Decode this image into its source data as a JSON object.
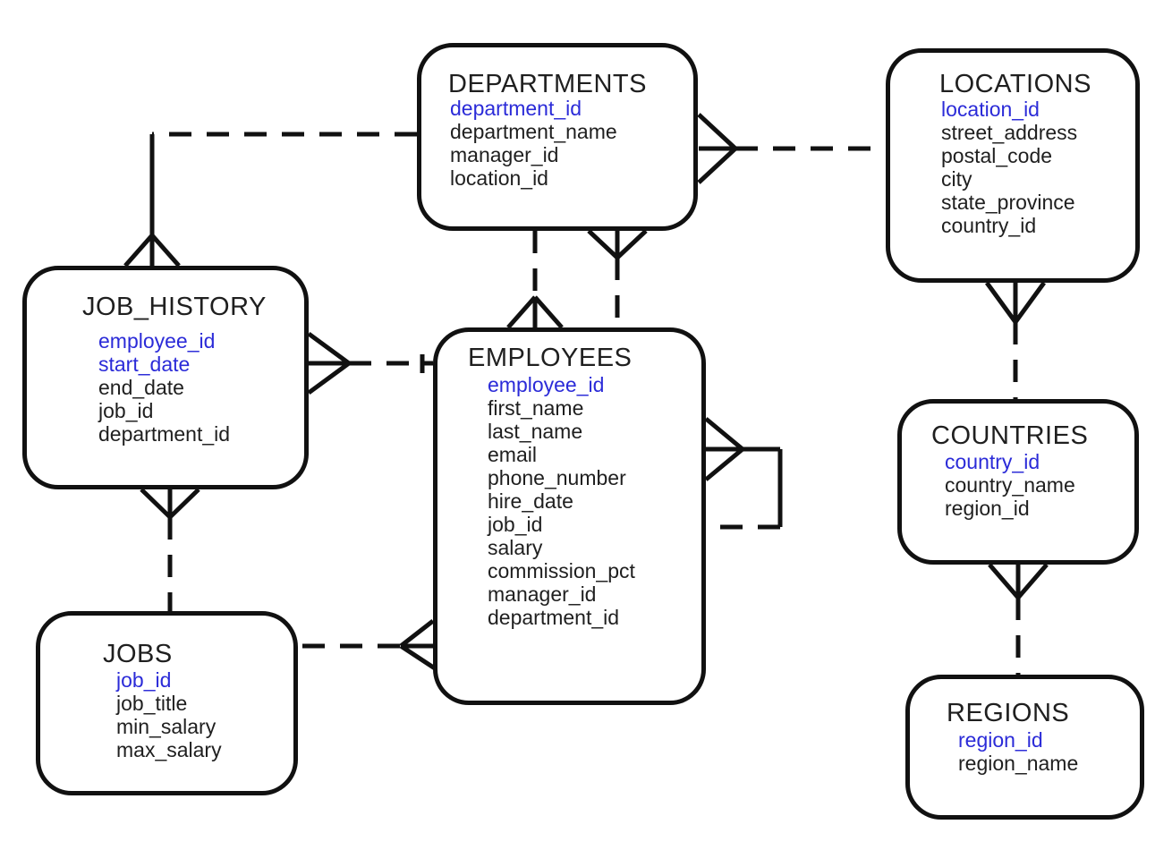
{
  "diagram": {
    "type": "entity-relationship-diagram",
    "notation": "crows-foot",
    "colors": {
      "background": "#ffffff",
      "line": "#111111",
      "text": "#1f1f1f",
      "primary_key": "#2b2bd8"
    },
    "entities": [
      {
        "id": "departments",
        "name": "DEPARTMENTS",
        "columns": [
          {
            "name": "department_id",
            "pk": true
          },
          {
            "name": "department_name",
            "pk": false
          },
          {
            "name": "manager_id",
            "pk": false
          },
          {
            "name": "location_id",
            "pk": false
          }
        ]
      },
      {
        "id": "locations",
        "name": "LOCATIONS",
        "columns": [
          {
            "name": "location_id",
            "pk": true
          },
          {
            "name": "street_address",
            "pk": false
          },
          {
            "name": "postal_code",
            "pk": false
          },
          {
            "name": "city",
            "pk": false
          },
          {
            "name": "state_province",
            "pk": false
          },
          {
            "name": "country_id",
            "pk": false
          }
        ]
      },
      {
        "id": "job_history",
        "name": "JOB_HISTORY",
        "columns": [
          {
            "name": "employee_id",
            "pk": true
          },
          {
            "name": "start_date",
            "pk": true
          },
          {
            "name": "end_date",
            "pk": false
          },
          {
            "name": "job_id",
            "pk": false
          },
          {
            "name": "department_id",
            "pk": false
          }
        ]
      },
      {
        "id": "employees",
        "name": "EMPLOYEES",
        "columns": [
          {
            "name": "employee_id",
            "pk": true
          },
          {
            "name": "first_name",
            "pk": false
          },
          {
            "name": "last_name",
            "pk": false
          },
          {
            "name": "email",
            "pk": false
          },
          {
            "name": "phone_number",
            "pk": false
          },
          {
            "name": "hire_date",
            "pk": false
          },
          {
            "name": "job_id",
            "pk": false
          },
          {
            "name": "salary",
            "pk": false
          },
          {
            "name": "commission_pct",
            "pk": false
          },
          {
            "name": "manager_id",
            "pk": false
          },
          {
            "name": "department_id",
            "pk": false
          }
        ]
      },
      {
        "id": "countries",
        "name": "COUNTRIES",
        "columns": [
          {
            "name": "country_id",
            "pk": true
          },
          {
            "name": "country_name",
            "pk": false
          },
          {
            "name": "region_id",
            "pk": false
          }
        ]
      },
      {
        "id": "jobs",
        "name": "JOBS",
        "columns": [
          {
            "name": "job_id",
            "pk": true
          },
          {
            "name": "job_title",
            "pk": false
          },
          {
            "name": "min_salary",
            "pk": false
          },
          {
            "name": "max_salary",
            "pk": false
          }
        ]
      },
      {
        "id": "regions",
        "name": "REGIONS",
        "columns": [
          {
            "name": "region_id",
            "pk": true
          },
          {
            "name": "region_name",
            "pk": false
          }
        ]
      }
    ],
    "relationships": [
      {
        "id": "departments-locations",
        "many": "departments",
        "one": "locations",
        "cardinality": "many-to-one",
        "line_style": "dashed"
      },
      {
        "id": "job_history-departments",
        "many": "job_history",
        "one": "departments",
        "cardinality": "many-to-one",
        "line_style": "dashed-solid"
      },
      {
        "id": "employees-departments",
        "many": "employees",
        "one": "departments",
        "cardinality": "many-to-one",
        "line_style": "dashed"
      },
      {
        "id": "departments-manager-employees",
        "many": "departments",
        "one": "employees",
        "cardinality": "many-to-one",
        "line_style": "dashed"
      },
      {
        "id": "job_history-employees",
        "many": "job_history",
        "one": "employees",
        "cardinality": "many-to-one",
        "line_style": "dashed"
      },
      {
        "id": "job_history-jobs",
        "many": "job_history",
        "one": "jobs",
        "cardinality": "many-to-one",
        "line_style": "dashed"
      },
      {
        "id": "employees-jobs",
        "many": "employees",
        "one": "jobs",
        "cardinality": "many-to-one",
        "line_style": "dashed"
      },
      {
        "id": "employees-manager-self",
        "many": "employees",
        "one": "employees",
        "cardinality": "many-to-one",
        "line_style": "solid-dashed"
      },
      {
        "id": "locations-countries",
        "many": "locations",
        "one": "countries",
        "cardinality": "many-to-one",
        "line_style": "dashed"
      },
      {
        "id": "countries-regions",
        "many": "countries",
        "one": "regions",
        "cardinality": "many-to-one",
        "line_style": "dashed"
      }
    ]
  }
}
